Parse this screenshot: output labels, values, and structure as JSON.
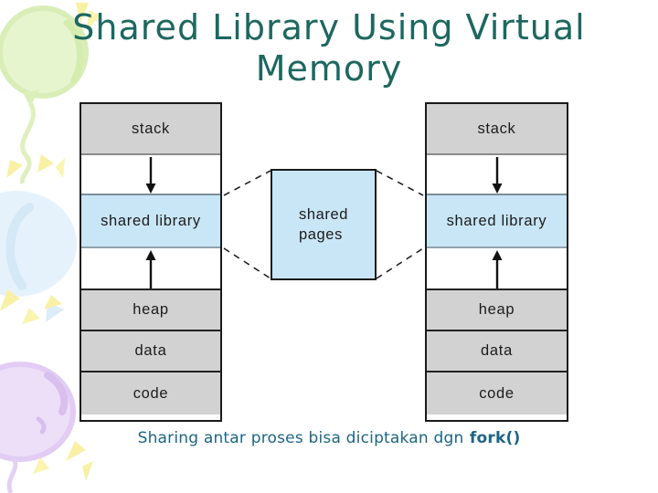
{
  "slide": {
    "title": {
      "line1": "Shared Library Using Virtual",
      "line2": "Memory"
    },
    "caption": {
      "text": "Sharing antar proses bisa diciptakan dgn",
      "code_label": "fork()"
    }
  },
  "diagram": {
    "sections": {
      "stack": "stack",
      "shared_library": "shared library",
      "heap": "heap",
      "data": "data",
      "code": "code"
    },
    "shared_pages": {
      "line1": "shared",
      "line2": "pages"
    },
    "icons": {
      "down_arrow": "↓",
      "up_arrow": "↑"
    }
  },
  "colors": {
    "title_text": "#1d675f",
    "caption_text": "#1d6584",
    "section_gray": "#d2d2d2",
    "shared_blue": "#c9e6f6",
    "diagram_border": "#1a1a1a",
    "balloon_green": "#e7f5cf",
    "balloon_blue": "#e6f2fb",
    "balloon_purple": "#eddff8",
    "sparkle_yellow": "#f8f1a5"
  }
}
